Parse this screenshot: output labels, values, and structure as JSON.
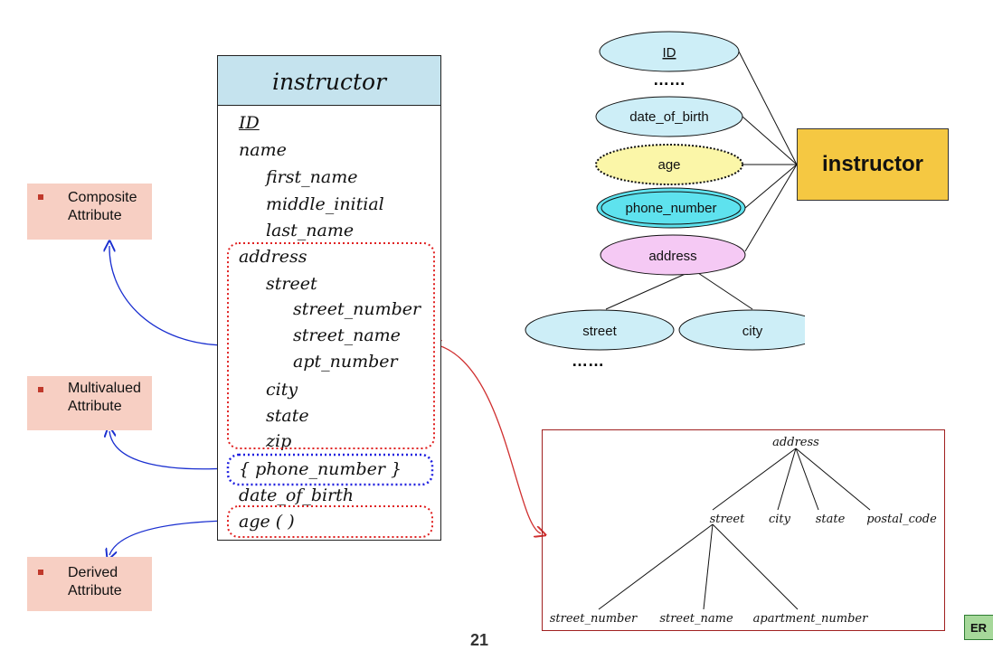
{
  "instructor_entity": {
    "title": "instructor",
    "attributes": [
      "ID",
      "name",
      "first_name",
      "middle_initial",
      "last_name",
      "address",
      "street",
      "street_number",
      "street_name",
      "apt_number",
      "city",
      "state",
      "zip",
      "{ phone_number }",
      "date_of_birth",
      "age ( )"
    ]
  },
  "labels": {
    "composite": [
      "Composite",
      "Attribute"
    ],
    "multivalued": [
      "Multivalued",
      "Attribute"
    ],
    "derived": [
      "Derived",
      "Attribute"
    ]
  },
  "er_diagram": {
    "entity": "instructor",
    "attributes": [
      "ID",
      "date_of_birth",
      "age",
      "phone_number",
      "address",
      "street",
      "city"
    ],
    "ellipsis": "……"
  },
  "address_tree": {
    "root": "address",
    "level1": [
      "street",
      "city",
      "state",
      "postal_code"
    ],
    "level2": [
      "street_number",
      "street_name",
      "apartment_number"
    ]
  },
  "footer": {
    "tag": "ER",
    "page": "21"
  },
  "colors": {
    "entity_header": "#c5e3ee",
    "label_bg": "#f7cfc3",
    "oval_blue": "#cdeef7",
    "oval_yellow": "#fbf6a8",
    "oval_cyan": "#5ee2ee",
    "oval_pink": "#f5c9f4",
    "entity_box": "#f5c842"
  }
}
